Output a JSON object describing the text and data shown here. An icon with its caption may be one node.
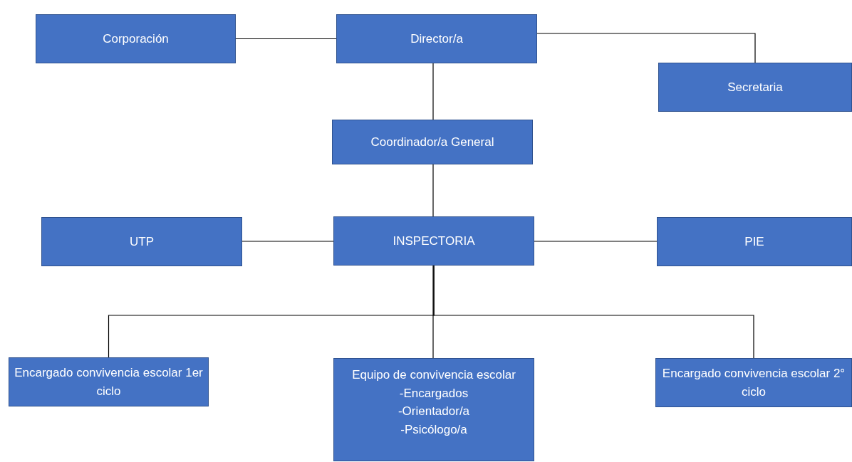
{
  "diagram": {
    "nodes": [
      {
        "text": [
          "Corporación"
        ]
      },
      {
        "text": [
          "Director/a"
        ]
      },
      {
        "text": [
          "Secretaria"
        ]
      },
      {
        "text": [
          "Coordinador/a General"
        ]
      },
      {
        "text": [
          "UTP"
        ]
      },
      {
        "text": [
          "INSPECTORIA"
        ]
      },
      {
        "text": [
          "PIE"
        ]
      },
      {
        "text": [
          "Encargado convivencia escolar 1er ciclo"
        ]
      },
      {
        "text": [
          "Equipo de convivencia escolar",
          "-Encargados",
          "-Orientador/a",
          "-Psicólogo/a"
        ]
      },
      {
        "text": [
          "Encargado convivencia escolar 2° ciclo"
        ]
      }
    ],
    "edges": [
      {
        "from": 0,
        "to": 1,
        "arrow": "none"
      },
      {
        "from": 1,
        "to": 2,
        "arrow": "none"
      },
      {
        "from": 1,
        "to": 3,
        "arrow": "none"
      },
      {
        "from": 3,
        "to": 5,
        "arrow": "none"
      },
      {
        "from": 4,
        "to": 5,
        "arrow": "none"
      },
      {
        "from": 5,
        "to": 6,
        "arrow": "none"
      },
      {
        "from": 5,
        "to": 7,
        "arrow": "none"
      },
      {
        "from": 5,
        "to": 8,
        "arrow": "none"
      },
      {
        "from": 5,
        "to": 9,
        "arrow": "none"
      }
    ]
  }
}
